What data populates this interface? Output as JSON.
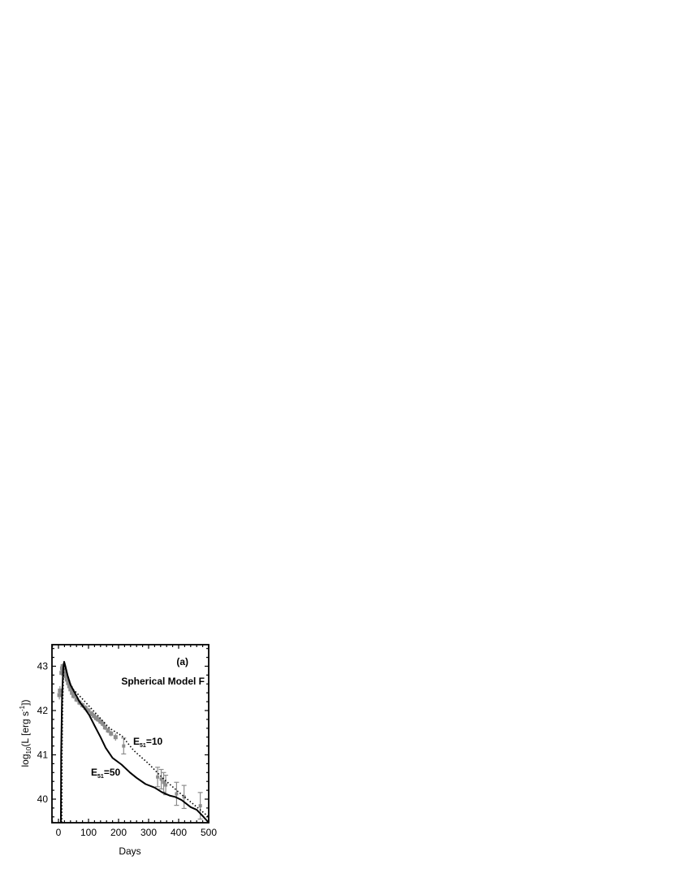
{
  "figure": {
    "panel_label": "(a)",
    "model_title": "Spherical Model F"
  },
  "chart_data": {
    "type": "line",
    "title": "Spherical Model F",
    "panel_label": "(a)",
    "xlabel": "Days",
    "ylabel": "log10(L [erg s^-1])",
    "ylabel_parts": {
      "prefix": "log",
      "sub": "10",
      "mid": "(L [erg s",
      "sup": "-1",
      "suffix": "])"
    },
    "xlim": [
      -22,
      500
    ],
    "ylim": [
      39.47,
      43.5
    ],
    "xticks": [
      0,
      100,
      200,
      300,
      400,
      500
    ],
    "yticks": [
      40,
      41,
      42,
      43
    ],
    "grid": false,
    "legend": "inline annotations",
    "colors": {
      "model_lines": "#000000",
      "observations": "#8c8c8c",
      "frame": "#000000"
    },
    "series": [
      {
        "name": "E51=50",
        "label_main": "E",
        "label_sub": "51",
        "label_value": "=50",
        "style": "solid",
        "x": [
          8,
          9,
          12,
          16,
          19,
          23,
          30,
          40,
          51,
          70,
          90,
          103,
          120,
          140,
          157,
          180,
          210,
          238,
          260,
          290,
          320,
          346,
          370,
          389,
          410,
          440,
          460,
          480,
          500
        ],
        "y": [
          39.47,
          41.0,
          42.3,
          42.95,
          43.1,
          43.0,
          42.8,
          42.58,
          42.44,
          42.2,
          42.02,
          41.89,
          41.66,
          41.4,
          41.16,
          40.93,
          40.78,
          40.6,
          40.48,
          40.34,
          40.26,
          40.15,
          40.08,
          40.05,
          39.98,
          39.82,
          39.76,
          39.62,
          39.47
        ]
      },
      {
        "name": "E51=10",
        "label_main": "E",
        "label_sub": "51",
        "label_value": "=10",
        "style": "dotted",
        "x": [
          11,
          12,
          14,
          17,
          19,
          23,
          30,
          40,
          49,
          80,
          110,
          140,
          170,
          211,
          250,
          300,
          346,
          400,
          450,
          500
        ],
        "y": [
          39.47,
          41.0,
          42.2,
          42.85,
          43.05,
          42.98,
          42.8,
          42.6,
          42.48,
          42.26,
          42.04,
          41.82,
          41.6,
          41.43,
          41.1,
          40.8,
          40.48,
          40.16,
          39.88,
          39.6
        ]
      },
      {
        "name": "Observations",
        "style": "markers",
        "x": [
          3,
          5,
          10,
          12,
          14,
          16,
          18,
          20,
          22,
          25,
          28,
          32,
          36,
          40,
          45,
          50,
          60,
          70,
          80,
          90,
          100,
          110,
          118,
          125,
          132,
          140,
          148,
          155,
          165,
          175,
          190,
          217,
          330,
          342,
          350,
          357,
          393,
          418,
          472
        ],
        "y": [
          42.35,
          42.45,
          42.85,
          42.95,
          43.0,
          42.98,
          42.93,
          42.9,
          42.85,
          42.78,
          42.7,
          42.62,
          42.55,
          42.48,
          42.4,
          42.33,
          42.25,
          42.18,
          42.12,
          42.06,
          42.0,
          41.93,
          41.88,
          41.83,
          41.8,
          41.75,
          41.7,
          41.62,
          41.55,
          41.48,
          41.4,
          41.2,
          40.5,
          40.45,
          40.38,
          40.32,
          40.12,
          40.05,
          39.85
        ],
        "yerr": [
          0.1,
          0.1,
          0.06,
          0.06,
          0.06,
          0.06,
          0.06,
          0.06,
          0.06,
          0.06,
          0.06,
          0.06,
          0.06,
          0.06,
          0.06,
          0.06,
          0.06,
          0.06,
          0.06,
          0.06,
          0.06,
          0.06,
          0.06,
          0.06,
          0.06,
          0.06,
          0.06,
          0.06,
          0.06,
          0.06,
          0.08,
          0.18,
          0.22,
          0.22,
          0.22,
          0.22,
          0.26,
          0.26,
          0.3
        ]
      }
    ],
    "annotations": [
      {
        "text": "(a)",
        "x": 410,
        "y": 43.15
      },
      {
        "text": "Spherical Model F",
        "x": 300,
        "y": 42.75
      },
      {
        "text": "E51=10",
        "x": 245,
        "y": 41.2
      },
      {
        "text": "E51=50",
        "x": 92,
        "y": 40.6
      }
    ]
  }
}
